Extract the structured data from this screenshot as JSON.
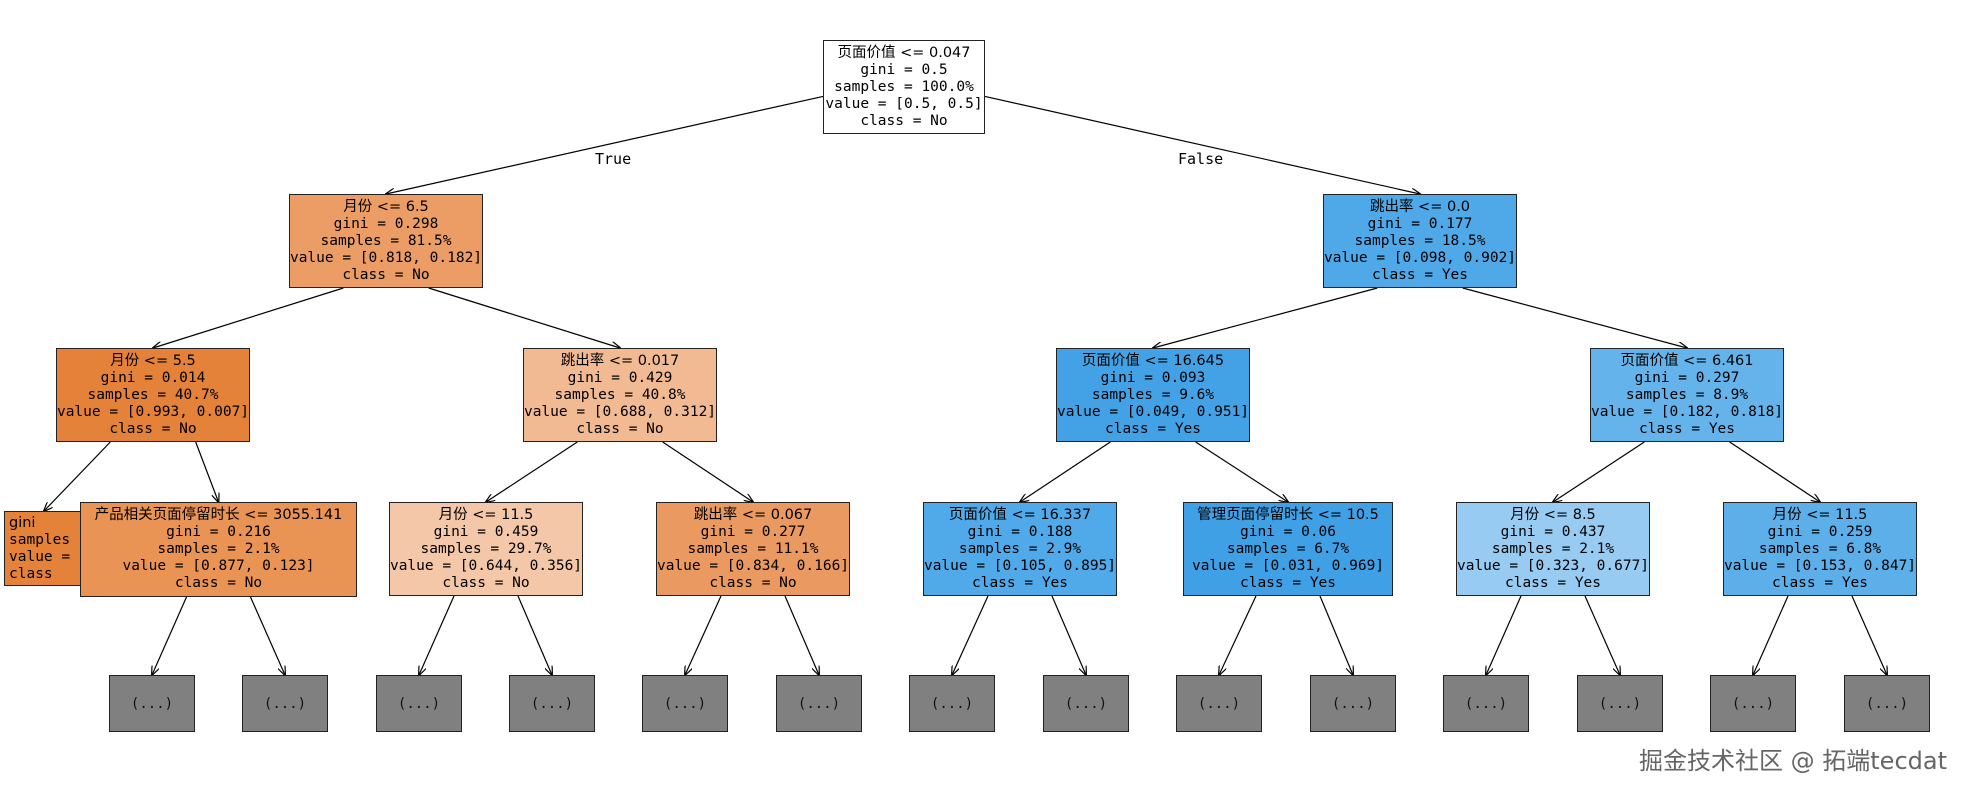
{
  "edge_labels": {
    "true_label": "True",
    "false_label": "False"
  },
  "nodes": {
    "n0": {
      "lines": [
        "页面价值 <= 0.047",
        "gini = 0.5",
        "samples = 100.0%",
        "value = [0.5, 0.5]",
        "class = No"
      ],
      "color": "#ffffff"
    },
    "n1": {
      "lines": [
        "月份 <= 6.5",
        "gini = 0.298",
        "samples = 81.5%",
        "value = [0.818, 0.182]",
        "class = No"
      ],
      "color": "#eb9d65"
    },
    "n2": {
      "lines": [
        "跳出率 <= 0.0",
        "gini = 0.177",
        "samples = 18.5%",
        "value = [0.098, 0.902]",
        "class = Yes"
      ],
      "color": "#4fa8e8"
    },
    "n3": {
      "lines": [
        "月份 <= 5.5",
        "gini = 0.014",
        "samples = 40.7%",
        "value = [0.993, 0.007]",
        "class = No"
      ],
      "color": "#e5823a"
    },
    "n4": {
      "lines": [
        "跳出率 <= 0.017",
        "gini = 0.429",
        "samples = 40.8%",
        "value = [0.688, 0.312]",
        "class = No"
      ],
      "color": "#f1ba93"
    },
    "n5": {
      "lines": [
        "页面价值 <= 16.645",
        "gini = 0.093",
        "samples = 9.6%",
        "value = [0.049, 0.951]",
        "class = Yes"
      ],
      "color": "#43a2e6"
    },
    "n6": {
      "lines": [
        "页面价值 <= 6.461",
        "gini = 0.297",
        "samples = 8.9%",
        "value = [0.182, 0.818]",
        "class = Yes"
      ],
      "color": "#65b3eb"
    },
    "n7": {
      "lines": [
        "gini",
        "samples",
        "value =",
        "class"
      ],
      "color": "#e5823a"
    },
    "n8": {
      "lines": [
        "产品相关页面停留时长 <= 3055.141",
        "gini = 0.216",
        "samples = 2.1%",
        "value = [0.877, 0.123]",
        "class = No"
      ],
      "color": "#e99355"
    },
    "n9": {
      "lines": [
        "月份 <= 11.5",
        "gini = 0.459",
        "samples = 29.7%",
        "value = [0.644, 0.356]",
        "class = No"
      ],
      "color": "#f3c7a7"
    },
    "n10": {
      "lines": [
        "跳出率 <= 0.067",
        "gini = 0.277",
        "samples = 11.1%",
        "value = [0.834, 0.166]",
        "class = No"
      ],
      "color": "#ea9a60"
    },
    "n11": {
      "lines": [
        "页面价值 <= 16.337",
        "gini = 0.188",
        "samples = 2.9%",
        "value = [0.105, 0.895]",
        "class = Yes"
      ],
      "color": "#50a9e8"
    },
    "n12": {
      "lines": [
        "管理页面停留时长 <= 10.5",
        "gini = 0.06",
        "samples = 6.7%",
        "value = [0.031, 0.969]",
        "class = Yes"
      ],
      "color": "#3fa0e6"
    },
    "n13": {
      "lines": [
        "月份 <= 8.5",
        "gini = 0.437",
        "samples = 2.1%",
        "value = [0.323, 0.677]",
        "class = Yes"
      ],
      "color": "#97cbf1"
    },
    "n14": {
      "lines": [
        "月份 <= 11.5",
        "gini = 0.259",
        "samples = 6.8%",
        "value = [0.153, 0.847]",
        "class = Yes"
      ],
      "color": "#5dafea"
    }
  },
  "leaf_label": "(...)",
  "watermark": "掘金技术社区 @ 拓端tecdat"
}
